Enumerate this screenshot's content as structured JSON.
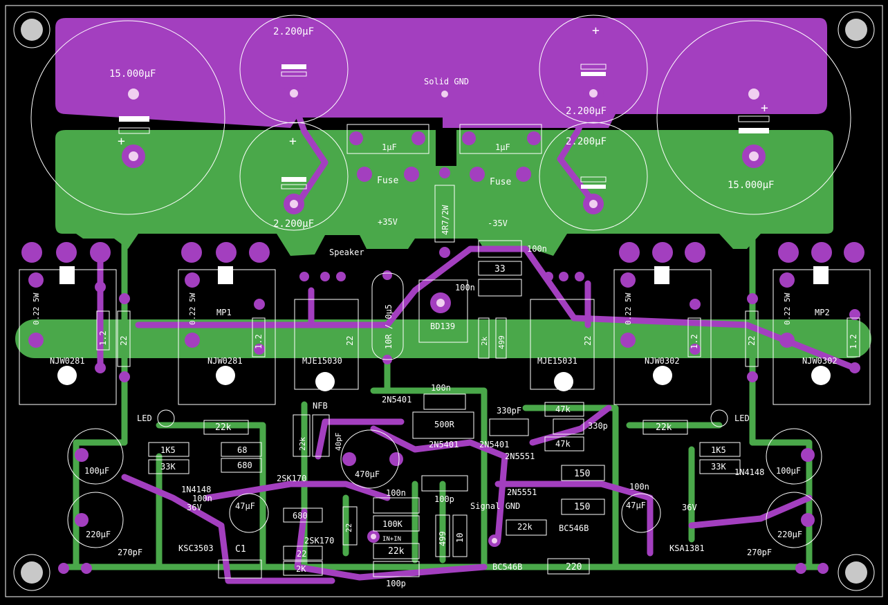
{
  "colors": {
    "background": "#000000",
    "top_copper": "#a33fbf",
    "bottom_copper": "#4aa84a",
    "silkscreen": "#ffffff",
    "pad": "#a33fbf",
    "pad_hole": "#f0d0f0",
    "mount_hole": "#c8c8c8"
  },
  "power": {
    "cap_large_left": "15.000µF",
    "cap_large_right": "15.000µF",
    "cap_2200_tl": "2.200µF",
    "cap_2200_bl": "2.200µF",
    "cap_2200_tr": "2.200µF",
    "cap_2200_br": "2.200µF",
    "solid_gnd": "Solid GND",
    "cap_1u_left": "1µF",
    "cap_1u_right": "1µF",
    "fuse_left": "Fuse",
    "fuse_right": "Fuse",
    "rail_pos": "+35V",
    "rail_neg": "-35V",
    "r_4r7": "4R7/2W",
    "speaker": "Speaker",
    "plus": "+"
  },
  "output_stage": {
    "r_022_1": "0.22 5W",
    "r_022_2": "0.22 5W",
    "r_022_3": "0.22 5W",
    "r_022_4": "0.22 5W",
    "r_1p2_a": "1.2",
    "r_1p2_b": "1.2",
    "r_1p2_c": "1.2",
    "r_1p2_d": "1.2",
    "r_22_a": "22",
    "r_22_b": "22",
    "r_22_c": "22",
    "r_22_d": "22",
    "mp1": "MP1",
    "mp2": "MP2",
    "q_njw0281_a": "NJW0281",
    "q_njw0281_b": "NJW0281",
    "q_njw0302_a": "NJW0302",
    "q_njw0302_b": "NJW0302",
    "q_mje15030": "MJE15030",
    "q_mje15031": "MJE15031",
    "r_10r": "10R / 0µ5",
    "q_bd139": "BD139",
    "c_100n_top": "100n",
    "r_33": "33",
    "c_100n_mid": "100n",
    "r_2k": "2k",
    "r_499_top": "499"
  },
  "small_signal": {
    "c_100n_a": "100n",
    "q_2n5401_a": "2N5401",
    "pot_500r": "500R",
    "q_2n5401_b": "2N5401",
    "q_2n5401_c": "2N5401",
    "c_330pf": "330pF",
    "r_47k_a": "47k",
    "c_330p": "330p",
    "r_47k_b": "47k",
    "q_2n5551_a": "2N5551",
    "q_2n5551_b": "2N5551",
    "r_150_a": "150",
    "r_150_b": "150",
    "nfb": "NFB",
    "r_22k_nfb": "22k",
    "c_40pf": "40pF",
    "c_470uf": "470µF",
    "q_2sk170_a": "2SK170",
    "q_2sk170_b": "2SK170",
    "c_100n_b": "100n",
    "c_100p_a": "100p",
    "signal_gnd": "Signal\nGND",
    "r_680": "680",
    "r_22_s": "22",
    "r_100k": "100K",
    "in_label": "IN+IN",
    "r_22k_c": "22k",
    "r_499_b": "499",
    "r_10": "10",
    "r_22k_d": "22k",
    "q_bc546b_a": "BC546B",
    "q_bc546b_b": "BC546B",
    "r_220": "220",
    "r_22_b2": "22",
    "r_2k_b": "2K",
    "c_100p_b": "100p",
    "c1": "C1"
  },
  "left_section": {
    "led": "LED",
    "r_22k": "22k",
    "r_1k5": "1K5",
    "r_68": "68",
    "r_33k": "33K",
    "r_680": "680",
    "c_100uf": "100µF",
    "d_1n4148": "1N4148",
    "c_100n": "100n",
    "z_36v": "36V",
    "c_47uf": "47µF",
    "c_220uf": "220µF",
    "c_270pf": "270pF",
    "q_ksc3503": "KSC3503"
  },
  "right_section": {
    "led": "LED",
    "r_22k": "22k",
    "r_1k5": "1K5",
    "r_33k": "33K",
    "c_100uf": "100µF",
    "d_1n4148": "1N4148",
    "c_100n": "100n",
    "z_36v": "36V",
    "c_47uf": "47µF",
    "c_220uf": "220µF",
    "c_270pf": "270pF",
    "q_ksa1381": "KSA1381"
  }
}
